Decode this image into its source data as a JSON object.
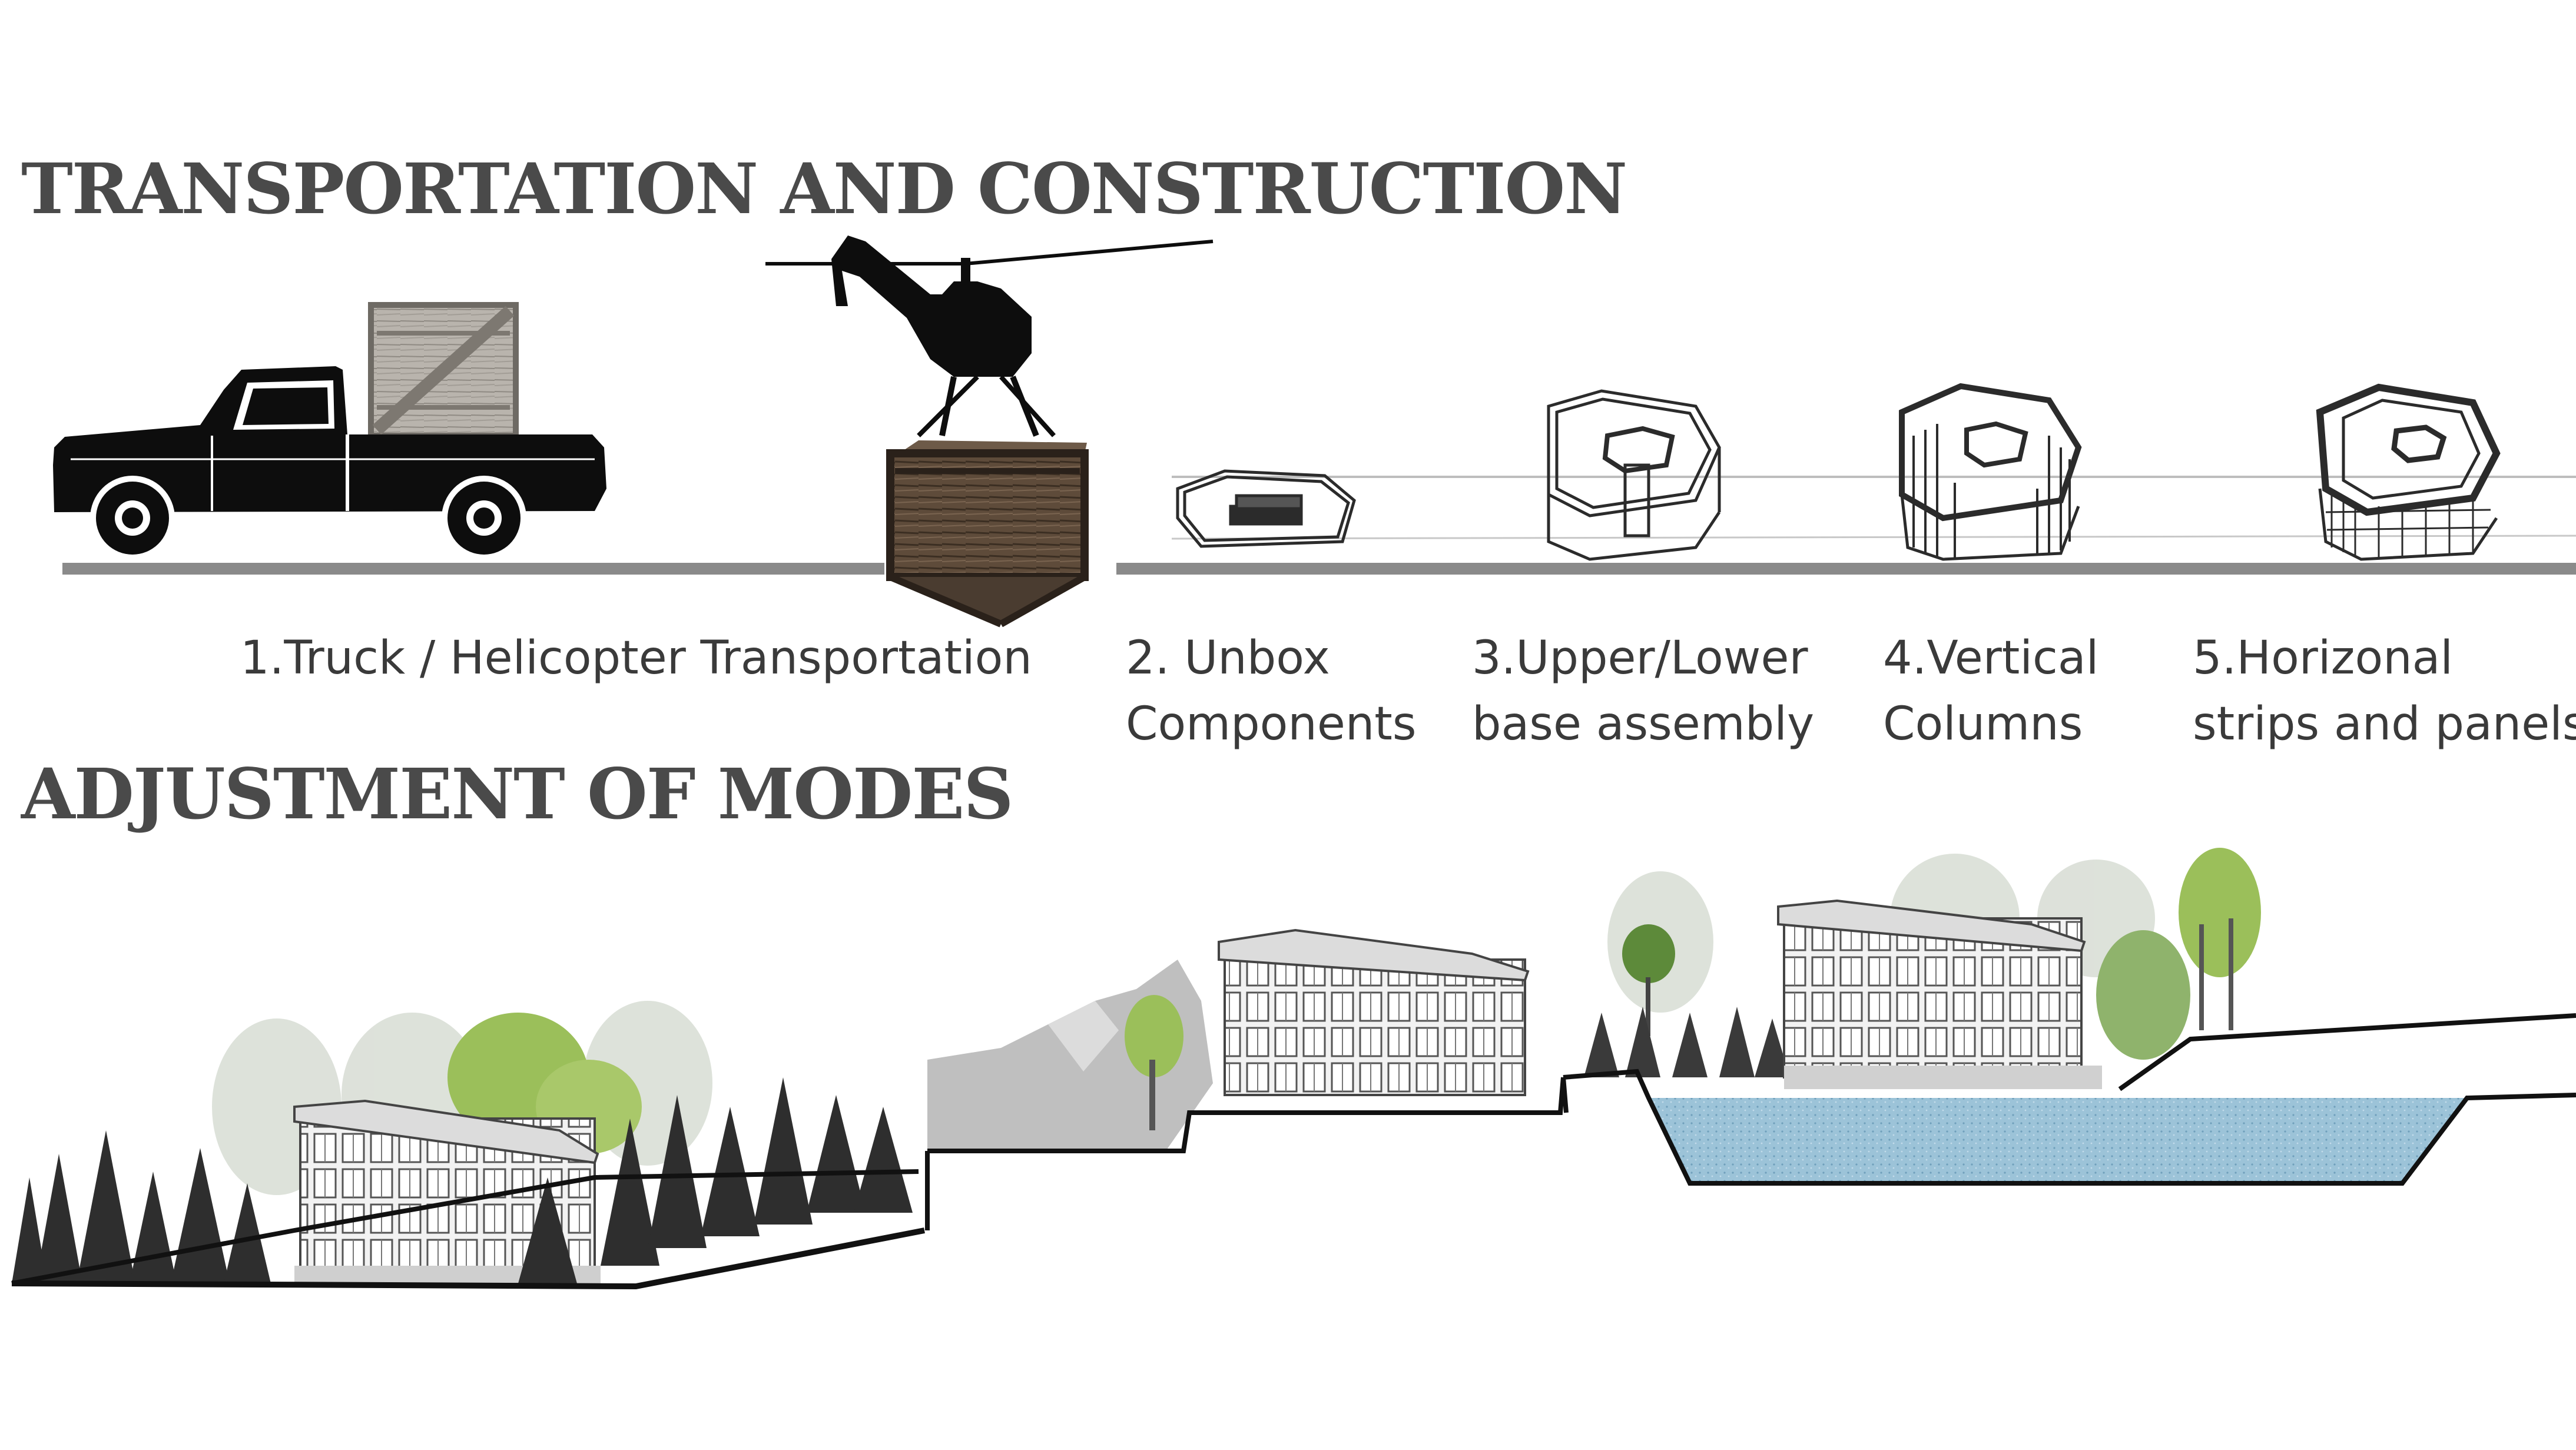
{
  "sections": {
    "transport_title": "TRANSPORTATION AND CONSTRUCTION",
    "modes_title": "ADJUSTMENT OF MODES"
  },
  "steps": [
    {
      "line1": "1.Truck / Helicopter Transportation",
      "line2": ""
    },
    {
      "line1": "2. Unbox",
      "line2": "Components"
    },
    {
      "line1": "3.Upper/Lower",
      "line2": "base assembly"
    },
    {
      "line1": "4.Vertical",
      "line2": "Columns"
    },
    {
      "line1": "5.Horizonal",
      "line2": "strips and panels"
    }
  ],
  "illustrations": {
    "truck": "pickup-truck-icon",
    "crate": "wooden-crate-icon",
    "helicopter": "helicopter-icon",
    "module_steps": [
      "unboxed-components-icon",
      "base-assembly-icon",
      "vertical-columns-icon",
      "horizontal-panels-icon"
    ],
    "section_scenes": [
      "forest-site-building",
      "mountain-site-building",
      "lakeside-site-building"
    ]
  },
  "colors": {
    "heading": "#4a4a4a",
    "ground": "#8a8a8a",
    "water": "#9cc3d8",
    "tree_dark": "#2e2e2e",
    "tree_green": "#9bbf5a"
  }
}
